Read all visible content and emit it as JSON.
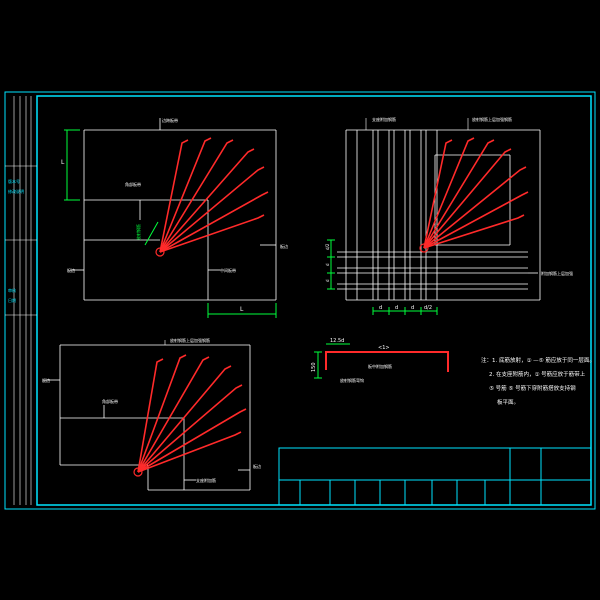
{
  "colors": {
    "background": "#000000",
    "frame": "#00e5ff",
    "line": "#ffffff",
    "rebar": "#ff2a2a",
    "dimension": "#00ff3c",
    "text_yellow": "#ffff66",
    "text_cyan": "#00e5ff"
  },
  "notes": {
    "line1": "注：1. 底筋放射，① —⑤ 筋应放于同一层面。",
    "line2": "2. 在支座附筋内，① 号筋应放于筋带上",
    "line3": "⑤ 号筋 ⑤ 号筋下穿附筋搭放支持钢",
    "line4": "板平面。"
  },
  "detail": {
    "dim_top": "12.5d",
    "dim_side": "150",
    "label_center": "<1>",
    "label_sub": "板中附加钢筋",
    "label_bottom": "放射钢筋弯钩"
  },
  "view_top_left": {
    "dim_left": "L",
    "dim_bottom": "L",
    "label_support": "边跨板带",
    "label_corner": "角部板带",
    "label_diag": "放射钢筋",
    "label_right": "板边",
    "label_left": "板边",
    "label_mid": "中间板带"
  },
  "view_top_right": {
    "callout_left": "支座附加钢筋",
    "callout_right": "放射钢筋上层加强钢筋",
    "callout_bottom": "附加钢筋上层加强",
    "dims_bottom": [
      "d",
      "d",
      "d",
      "d/2"
    ],
    "dims_left": [
      "d/2",
      "d",
      "d"
    ]
  },
  "view_bottom_left": {
    "callout_top": "放射钢筋上层加强钢筋",
    "label_left": "板边",
    "label_inner": "角部板带",
    "label_right": "板边",
    "label_bottom": "支座附加筋"
  },
  "title_block_sidebar": {
    "text_a": "版本号",
    "text_b": "修改说明",
    "text_c": "审核",
    "text_d": "日期"
  }
}
